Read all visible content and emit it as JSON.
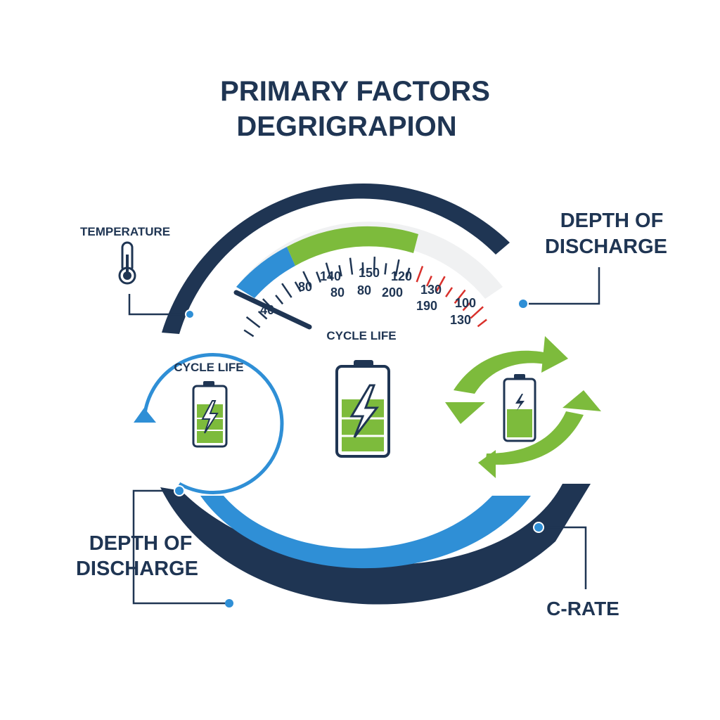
{
  "title": {
    "line1": "PRIMARY FACTORS",
    "line2": "DEGRIGRAPION"
  },
  "labels": {
    "temperature": "TEMPERATURE",
    "depth_top_line1": "DEPTH OF",
    "depth_top_line2": "DISCHARGE",
    "depth_bottom_line1": "DEPTH OF",
    "depth_bottom_line2": "DISCHARGE",
    "c_rate": "C-RATE",
    "gauge_caption": "CYCLE LIFE",
    "left_cycle_caption": "CYCLE LIFE"
  },
  "gauge": {
    "numbers": [
      "40",
      "80",
      "140",
      "80",
      "150",
      "80",
      "200",
      "120",
      "130",
      "190",
      "100",
      "130"
    ]
  },
  "colors": {
    "navy": "#1f3553",
    "blue": "#2f8fd6",
    "green": "#7dbb3c",
    "red": "#d9302b",
    "gauge_track": "#f0f1f2"
  },
  "icons": {
    "temperature": "thermometer-icon",
    "battery": "battery-bolt-icon",
    "recycle": "recycle-arrows-icon",
    "cycle": "circular-arrow-icon"
  }
}
